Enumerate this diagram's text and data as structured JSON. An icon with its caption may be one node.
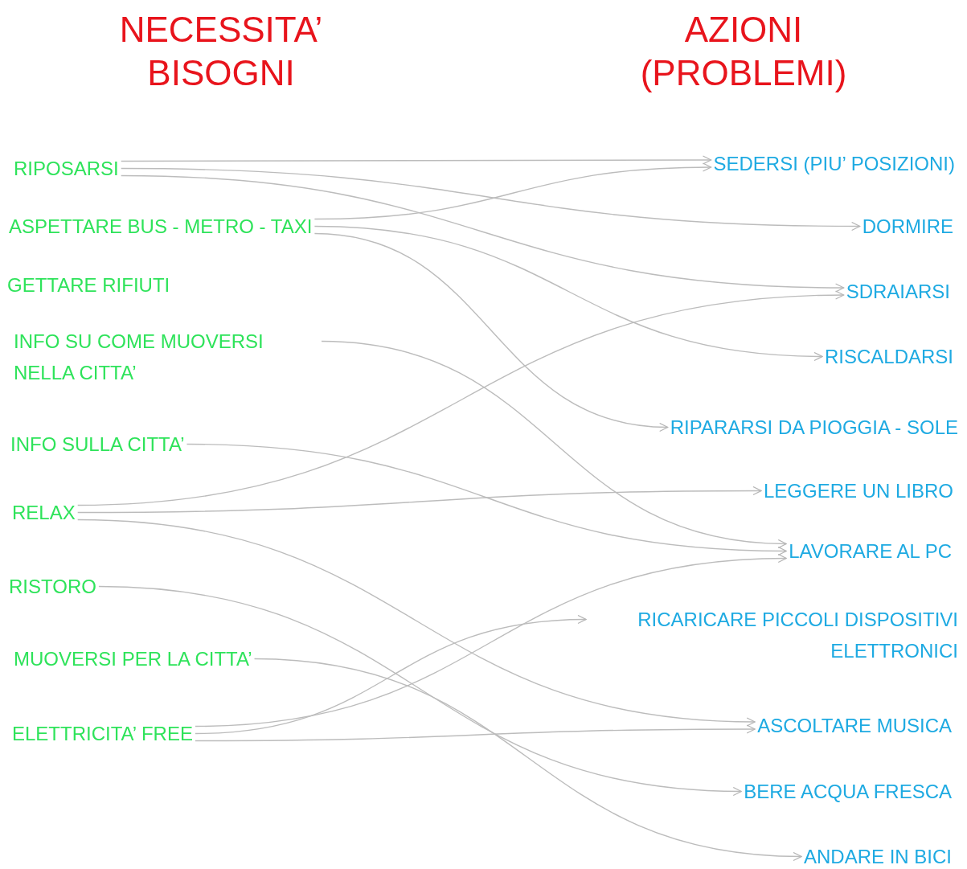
{
  "diagram": {
    "nodes": [
      {
        "text": [
          "RIPOSARSI"
        ]
      },
      {
        "text": [
          "ASPETTARE BUS - METRO - TAXI"
        ]
      },
      {
        "text": [
          "GETTARE RIFIUTI"
        ]
      },
      {
        "text": [
          "INFO SU COME MUOVERSI NELLA CITTA’"
        ]
      },
      {
        "text": [
          "INFO SULLA CITTA’"
        ]
      },
      {
        "text": [
          "RELAX"
        ]
      },
      {
        "text": [
          "RISTORO"
        ]
      },
      {
        "text": [
          "MUOVERSI PER LA CITTA’"
        ]
      },
      {
        "text": [
          "ELETTRICITA’ FREE"
        ]
      },
      {
        "text": [
          "SEDERSI (PIU’ POSIZIONI)"
        ]
      },
      {
        "text": [
          "DORMIRE"
        ]
      },
      {
        "text": [
          "SDRAIARSI"
        ]
      },
      {
        "text": [
          "RISCALDARSI"
        ]
      },
      {
        "text": [
          "RIPARARSI DA PIOGGIA - SOLE"
        ]
      },
      {
        "text": [
          "LEGGERE UN LIBRO"
        ]
      },
      {
        "text": [
          "LAVORARE AL PC"
        ]
      },
      {
        "text": [
          "RICARICARE PICCOLI DISPOSITIVI ELETTRONICI"
        ]
      },
      {
        "text": [
          "ASCOLTARE MUSICA"
        ]
      },
      {
        "text": [
          "BERE ACQUA FRESCA"
        ]
      },
      {
        "text": [
          "ANDARE IN BICI"
        ]
      }
    ],
    "edges": [
      {
        "from": 0,
        "to": 9,
        "arrow": "to"
      },
      {
        "from": 0,
        "to": 10,
        "arrow": "to"
      },
      {
        "from": 0,
        "to": 11,
        "arrow": "to"
      },
      {
        "from": 1,
        "to": 9,
        "arrow": "to"
      },
      {
        "from": 1,
        "to": 12,
        "arrow": "to"
      },
      {
        "from": 1,
        "to": 13,
        "arrow": "to"
      },
      {
        "from": 3,
        "to": 15,
        "arrow": "to"
      },
      {
        "from": 4,
        "to": 15,
        "arrow": "to"
      },
      {
        "from": 5,
        "to": 11,
        "arrow": "to"
      },
      {
        "from": 5,
        "to": 14,
        "arrow": "to"
      },
      {
        "from": 5,
        "to": 17,
        "arrow": "to"
      },
      {
        "from": 6,
        "to": 18,
        "arrow": "to"
      },
      {
        "from": 7,
        "to": 19,
        "arrow": "to"
      },
      {
        "from": 8,
        "to": 15,
        "arrow": "to"
      },
      {
        "from": 8,
        "to": 16,
        "arrow": "to"
      },
      {
        "from": 8,
        "to": 17,
        "arrow": "to"
      }
    ],
    "labels": [
      "NECESSITA’ BISOGNI",
      "AZIONI (PROBLEMI)"
    ]
  }
}
